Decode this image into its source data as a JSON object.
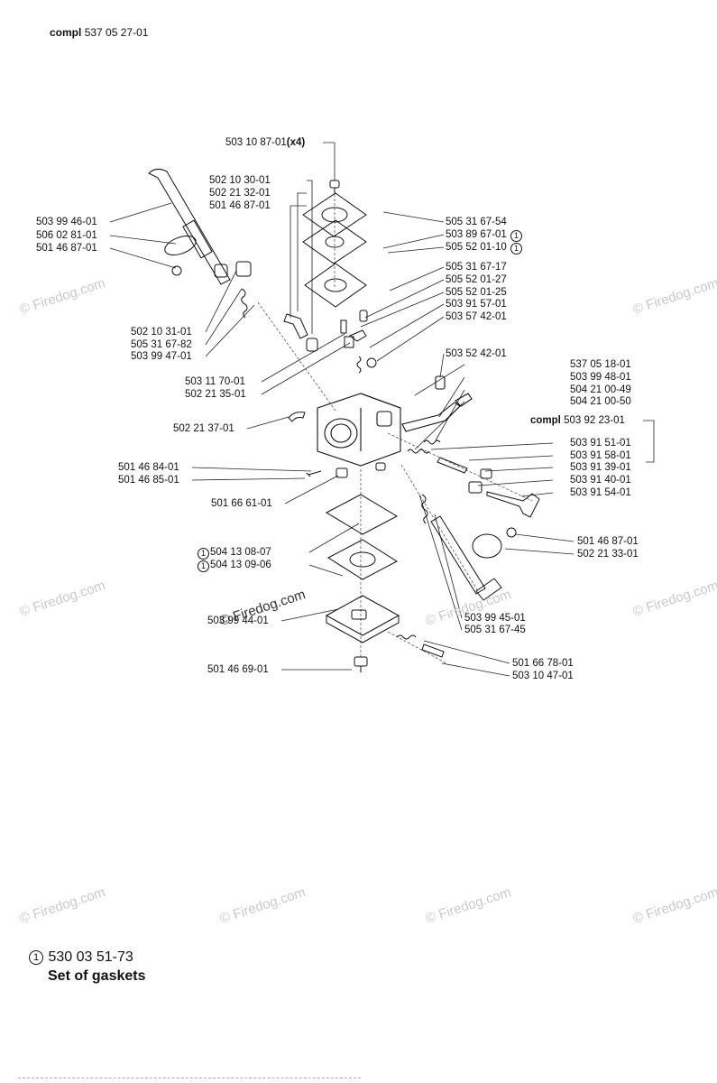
{
  "header": {
    "compl_word": "compl",
    "part_number": "537 05 27-01"
  },
  "watermark": {
    "text": "© Firedog.com"
  },
  "labels": {
    "p_503_10_87_01": {
      "num": "503 10 87-01",
      "suffix": "(x4)"
    },
    "p_502_10_30_01": "502 10 30-01",
    "p_502_21_32_01": "502 21 32-01",
    "p_501_46_87_01_a": "501 46 87-01",
    "p_503_99_46_01": "503 99 46-01",
    "p_506_02_81_01": "506 02 81-01",
    "p_501_46_87_01_b": "501 46 87-01",
    "p_505_31_67_54": "505 31 67-54",
    "p_503_89_67_01": "503 89 67-01",
    "p_505_52_01_10": "505 52 01-10",
    "p_505_31_67_17": "505 31 67-17",
    "p_505_52_01_27": "505 52 01-27",
    "p_505_52_01_25": "505 52 01-25",
    "p_503_91_57_01": "503 91 57-01",
    "p_503_57_42_01": "503 57 42-01",
    "p_502_10_31_01": "502 10 31-01",
    "p_505_31_67_82": "505 31 67-82",
    "p_503_99_47_01": "503 99 47-01",
    "p_503_52_42_01": "503 52 42-01",
    "p_503_11_70_01": "503 11 70-01",
    "p_502_21_35_01": "502 21 35-01",
    "p_537_05_18_01": "537 05 18-01",
    "p_503_99_48_01": "503 99 48-01",
    "p_504_21_00_49": "504 21 00-49",
    "p_504_21_00_50": "504 21 00-50",
    "p_502_21_37_01": "502 21 37-01",
    "compl2": {
      "word": "compl",
      "num": "503 92 23-01"
    },
    "p_503_91_51_01": "503 91 51-01",
    "p_503_91_58_01": "503 91 58-01",
    "p_503_91_39_01": "503 91 39-01",
    "p_503_91_40_01": "503 91 40-01",
    "p_503_91_54_01": "503 91 54-01",
    "p_501_46_84_01": "501 46 84-01",
    "p_501_46_85_01": "501 46 85-01",
    "p_501_66_61_01": "501 66 61-01",
    "p_501_46_87_01_c": "501 46 87-01",
    "p_502_21_33_01": "502 21 33-01",
    "p_504_13_08_07": "504 13 08-07",
    "p_504_13_09_06": "504 13 09-06",
    "p_503_99_44_01": "503 99 44-01",
    "p_503_99_45_01": "503 99 45-01",
    "p_505_31_67_45": "505 31 67-45",
    "p_501_66_78_01": "501 66 78-01",
    "p_503_10_47_01": "503 10 47-01",
    "p_501_46_69_01": "501 46 69-01"
  },
  "footnote_marker": "1",
  "footer": {
    "part_number": "530 03 51-73",
    "description": "Set of gaskets"
  }
}
